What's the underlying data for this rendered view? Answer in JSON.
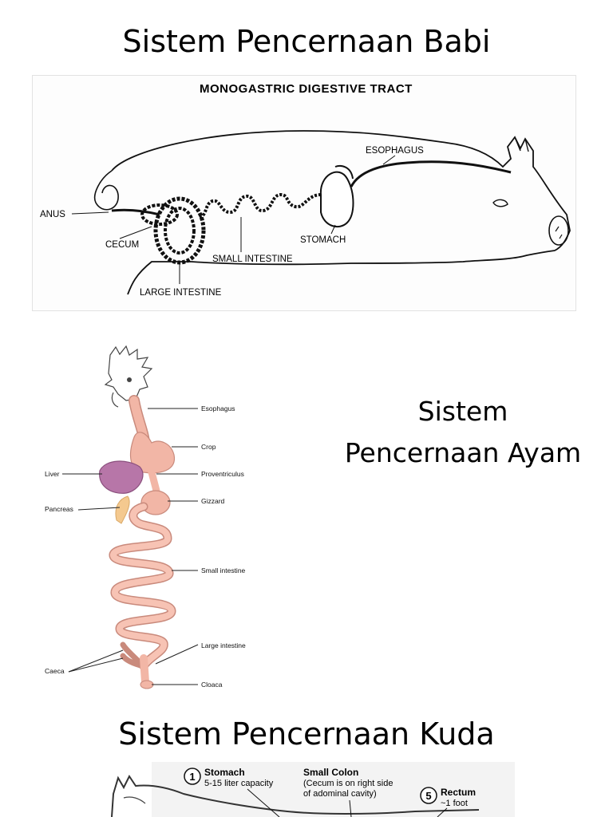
{
  "slides": {
    "babi": {
      "title": "Sistem Pencernaan Babi",
      "diagram_title": "MONOGASTRIC DIGESTIVE TRACT",
      "labels": {
        "esophagus": "ESOPHAGUS",
        "anus": "ANUS",
        "cecum": "CECUM",
        "stomach": "STOMACH",
        "small_intestine": "SMALL INTESTINE",
        "large_intestine": "LARGE INTESTINE"
      }
    },
    "ayam": {
      "title_line1": "Sistem",
      "title_line2": "Pencernaan Ayam",
      "labels": {
        "esophagus": "Esophagus",
        "crop": "Crop",
        "liver": "Liver",
        "proventriculus": "Proventriculus",
        "pancreas": "Pancreas",
        "gizzard": "Gizzard",
        "small_intestine": "Small intestine",
        "large_intestine": "Large intestine",
        "caeca": "Caeca",
        "cloaca": "Cloaca"
      }
    },
    "kuda": {
      "title": "Sistem Pencernaan Kuda",
      "labels": {
        "stomach_num": "1",
        "stomach": "Stomach",
        "stomach_note": "5-15 liter capacity",
        "small_colon": "Small Colon",
        "small_colon_note1": "(Cecum is on right side",
        "small_colon_note2": "of adominal cavity)",
        "rectum_num": "5",
        "rectum": "Rectum",
        "rectum_note": "~1 foot"
      }
    }
  }
}
